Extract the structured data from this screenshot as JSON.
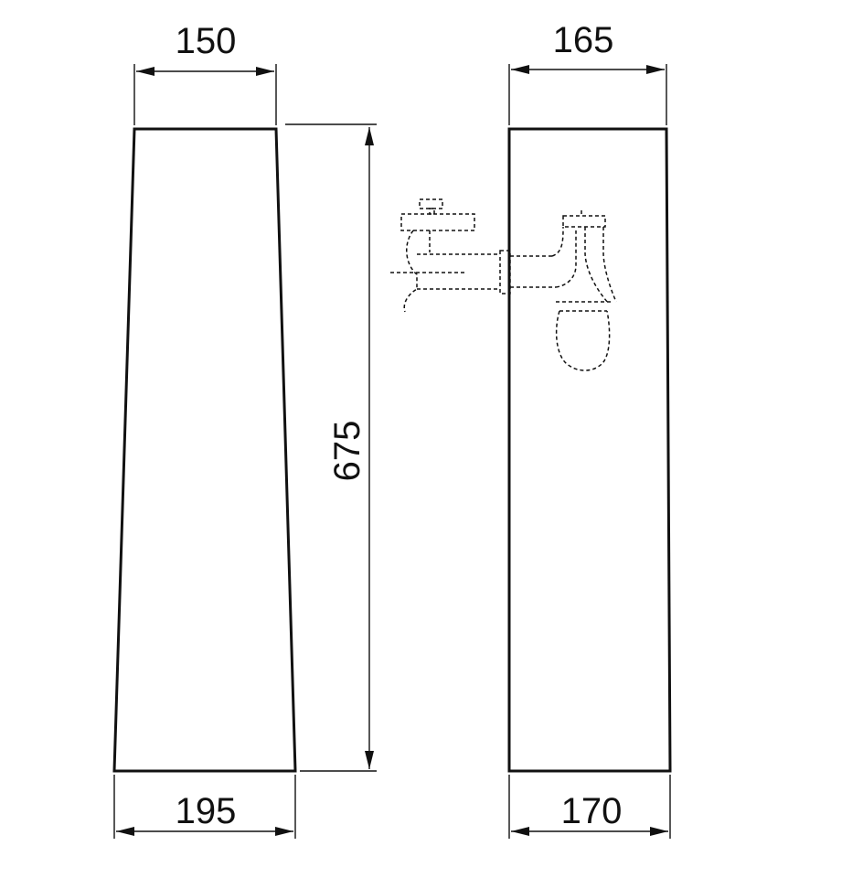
{
  "dimensions": {
    "front_top_width": "150",
    "front_bottom_width": "195",
    "height": "675",
    "side_top_width": "165",
    "side_bottom_width": "170"
  },
  "colors": {
    "line": "#111111",
    "background": "#ffffff"
  }
}
